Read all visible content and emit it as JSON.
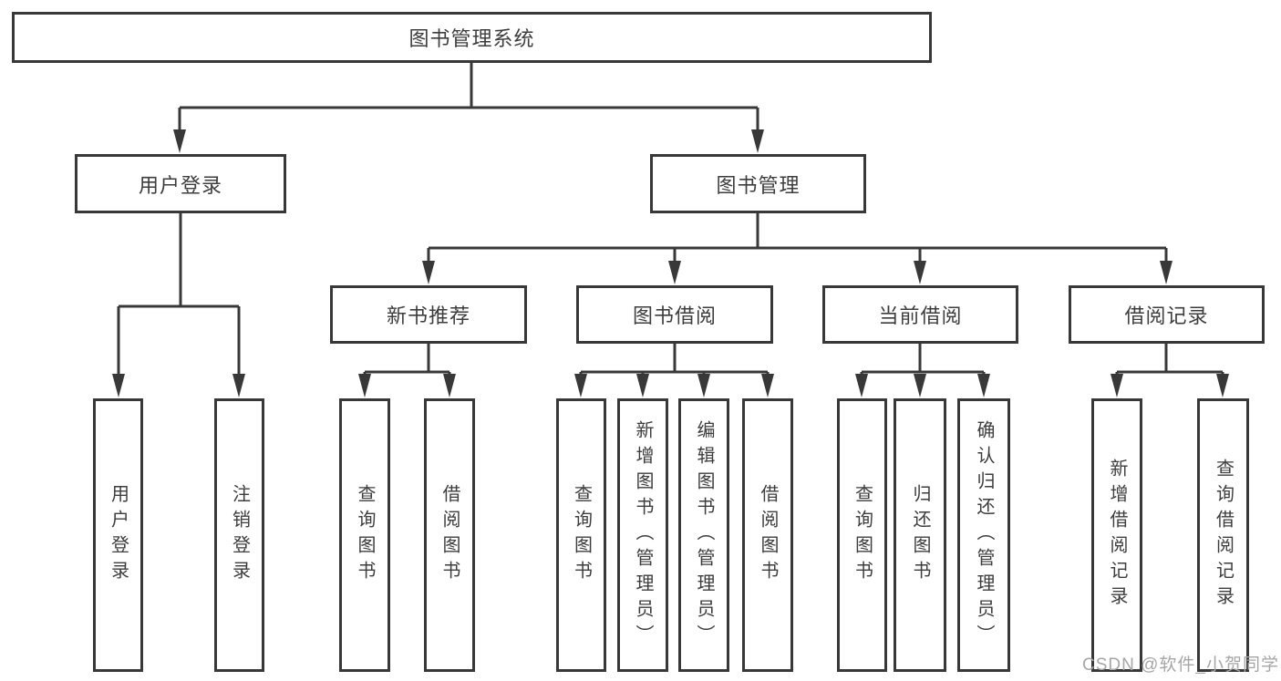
{
  "style": {
    "line_color": "#383838",
    "box_border_color": "#383838",
    "box_background": "#ffffff",
    "text_color": "#3d3d3d",
    "watermark_color": "#a6a6a6"
  },
  "watermark": {
    "text": "CSDN @软件_小贺同学"
  },
  "tree": {
    "label": "图书管理系统",
    "children": [
      {
        "label": "用户登录",
        "children": [
          {
            "label": "用户登录"
          },
          {
            "label": "注销登录"
          }
        ]
      },
      {
        "label": "图书管理",
        "children": [
          {
            "label": "新书推荐",
            "children": [
              {
                "label": "查询图书"
              },
              {
                "label": "借阅图书"
              }
            ]
          },
          {
            "label": "图书借阅",
            "children": [
              {
                "label": "查询图书"
              },
              {
                "label": "新增图书（管理员）"
              },
              {
                "label": "编辑图书（管理员）"
              },
              {
                "label": "借阅图书"
              }
            ]
          },
          {
            "label": "当前借阅",
            "children": [
              {
                "label": "查询图书"
              },
              {
                "label": "归还图书"
              },
              {
                "label": "确认归还（管理员）"
              }
            ]
          },
          {
            "label": "借阅记录",
            "children": [
              {
                "label": "新增借阅记录"
              },
              {
                "label": "查询借阅记录"
              }
            ]
          }
        ]
      }
    ]
  }
}
